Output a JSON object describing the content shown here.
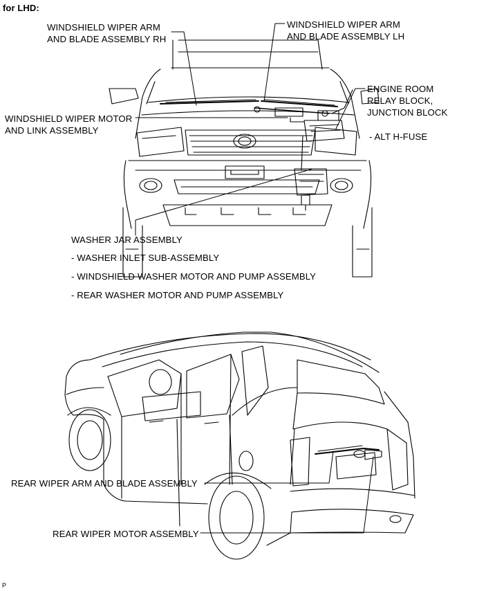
{
  "header": {
    "text": "for LHD:"
  },
  "labels": {
    "wiper_arm_rh": "WINDSHIELD WIPER ARM\nAND BLADE ASSEMBLY RH",
    "wiper_arm_lh": "WINDSHIELD WIPER ARM\nAND BLADE ASSEMBLY LH",
    "engine_room_relay": "ENGINE ROOM\nRELAY BLOCK,\nJUNCTION BLOCK",
    "alt_fuse": "- ALT H-FUSE",
    "wiper_motor_link": "WINDSHIELD WIPER MOTOR\nAND LINK ASSEMBLY",
    "washer_jar": "WASHER JAR ASSEMBLY",
    "washer_inlet": "- WASHER INLET SUB-ASSEMBLY",
    "ws_washer_motor": "- WINDSHIELD WASHER MOTOR AND PUMP ASSEMBLY",
    "rear_washer_motor": "- REAR WASHER MOTOR AND PUMP ASSEMBLY",
    "rear_wiper_arm": "REAR WIPER ARM AND BLADE ASSEMBLY",
    "rear_wiper_motor": "REAR WIPER MOTOR ASSEMBLY"
  },
  "footer": {
    "code": "P"
  }
}
